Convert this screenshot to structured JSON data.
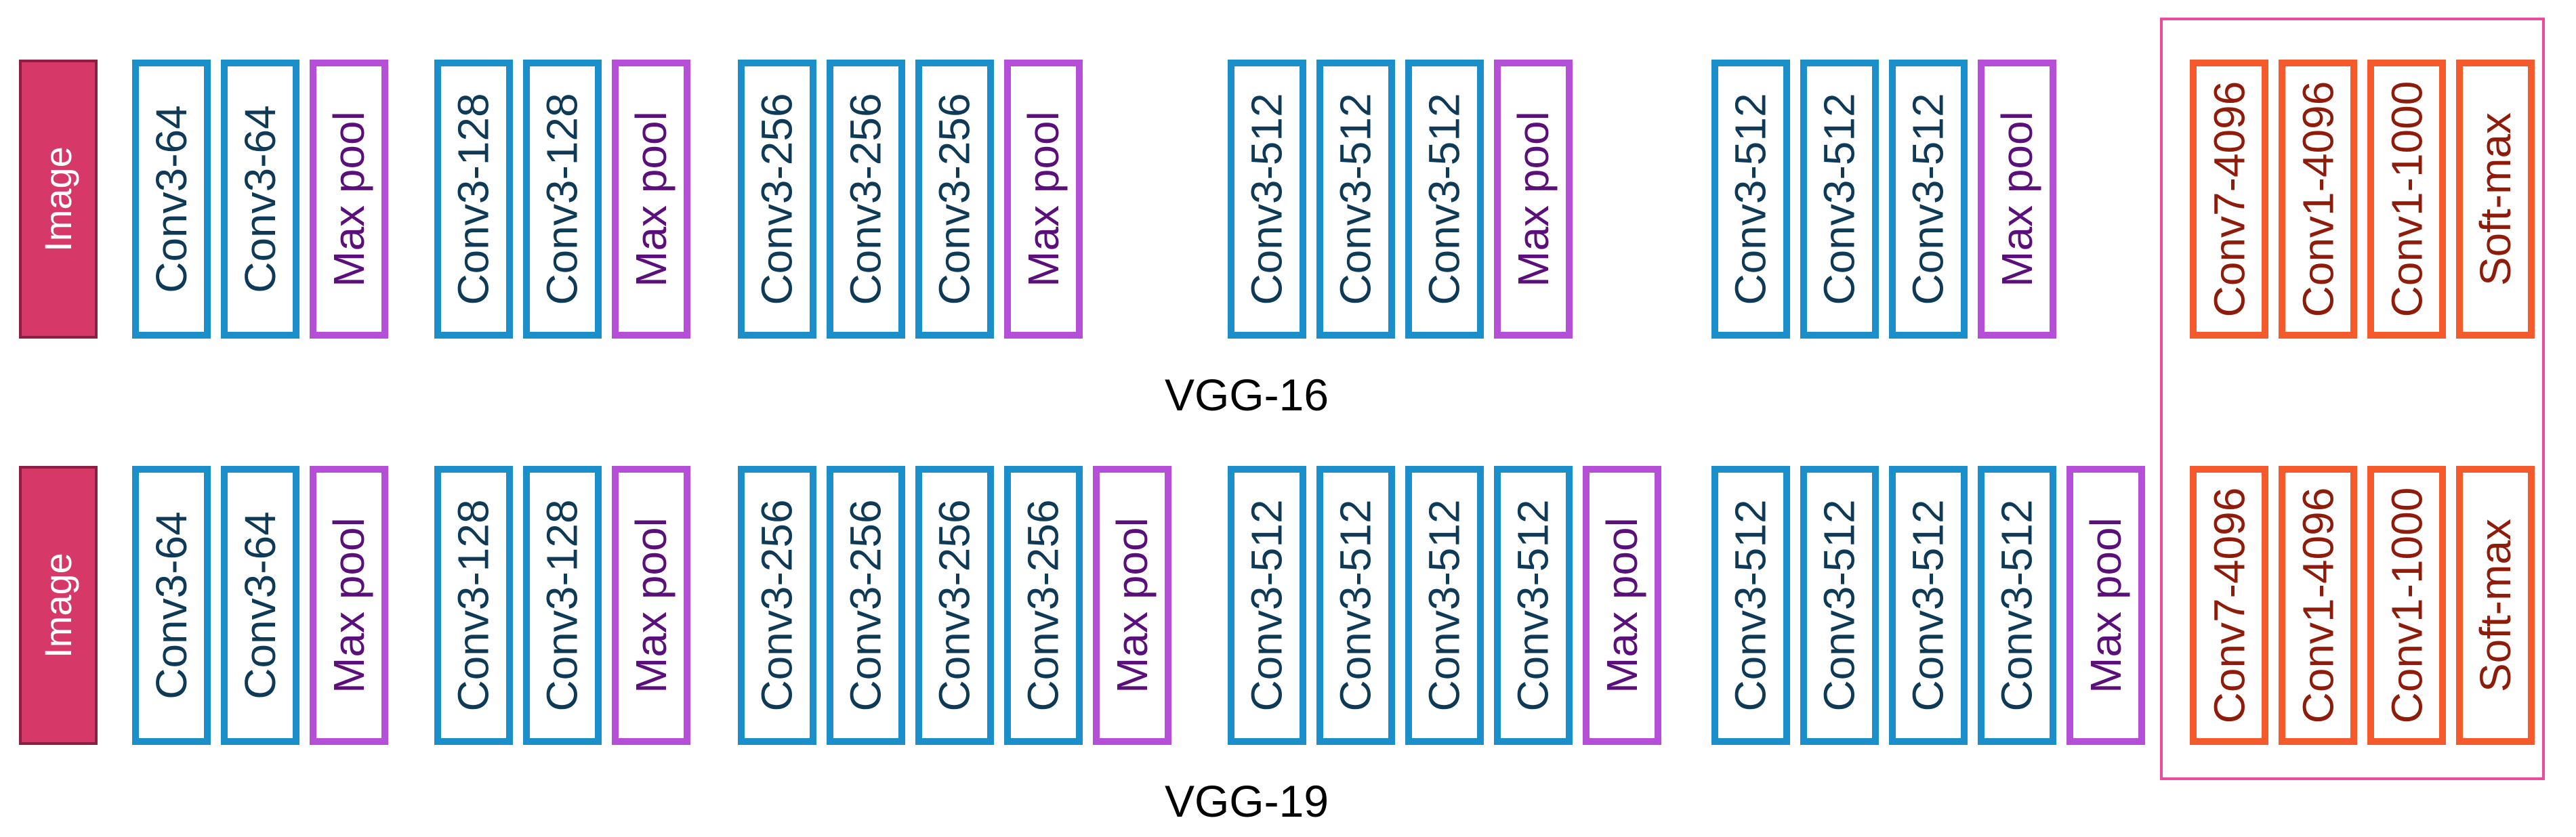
{
  "colors": {
    "image_fill": "#d63868",
    "conv_border": "#1a8fca",
    "conv_text": "#0e3a57",
    "pool_border": "#b64fd8",
    "pool_text": "#5b0f7a",
    "fc_border": "#f45a2b",
    "fc_text": "#8f1c0b",
    "group_border": "#ec4a9a"
  },
  "networks": [
    {
      "name": "VGG-16",
      "input": "Image",
      "stages": [
        [
          "Conv3-64",
          "Conv3-64",
          "Max pool"
        ],
        [
          "Conv3-128",
          "Conv3-128",
          "Max pool"
        ],
        [
          "Conv3-256",
          "Conv3-256",
          "Conv3-256",
          "Max pool"
        ],
        [
          "Conv3-512",
          "Conv3-512",
          "Conv3-512",
          "Max pool"
        ],
        [
          "Conv3-512",
          "Conv3-512",
          "Conv3-512",
          "Max pool"
        ]
      ],
      "head": [
        "Conv7-4096",
        "Conv1-4096",
        "Conv1-1000",
        "Soft-max"
      ]
    },
    {
      "name": "VGG-19",
      "input": "Image",
      "stages": [
        [
          "Conv3-64",
          "Conv3-64",
          "Max pool"
        ],
        [
          "Conv3-128",
          "Conv3-128",
          "Max pool"
        ],
        [
          "Conv3-256",
          "Conv3-256",
          "Conv3-256",
          "Conv3-256",
          "Max pool"
        ],
        [
          "Conv3-512",
          "Conv3-512",
          "Conv3-512",
          "Conv3-512",
          "Max pool"
        ],
        [
          "Conv3-512",
          "Conv3-512",
          "Conv3-512",
          "Conv3-512",
          "Max pool"
        ]
      ],
      "head": [
        "Conv7-4096",
        "Conv1-4096",
        "Conv1-1000",
        "Soft-max"
      ]
    }
  ]
}
